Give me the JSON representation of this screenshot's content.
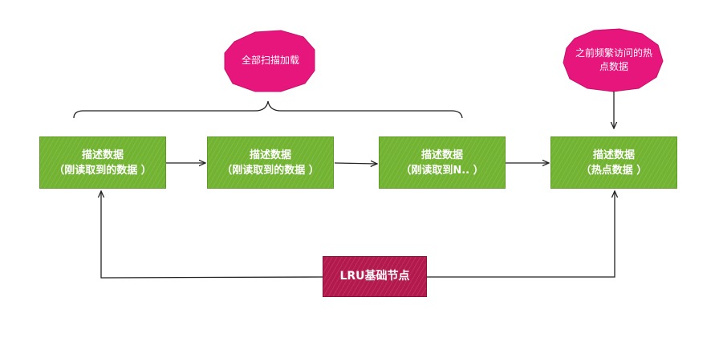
{
  "nodes": {
    "box1": {
      "line1": "描述数据",
      "line2": "（刚读取到的数据 ）"
    },
    "box2": {
      "line1": "描述数据",
      "line2": "（刚读取到的数据 ）"
    },
    "box3": {
      "line1": "描述数据",
      "line2": "（刚读取到N.. ）"
    },
    "box4": {
      "line1": "描述数据",
      "line2": "（热点数据 ）"
    },
    "lru": {
      "label": "LRU基础节点"
    }
  },
  "callouts": {
    "full_scan": {
      "label": "全部扫描加载"
    },
    "hot_data": {
      "line1": "之前频繁访问的热",
      "line2": "点数据"
    }
  },
  "colors": {
    "node_fill": "#72b332",
    "lru_fill": "#b3194d",
    "callout_fill": "#e6167d",
    "line": "#222222"
  }
}
